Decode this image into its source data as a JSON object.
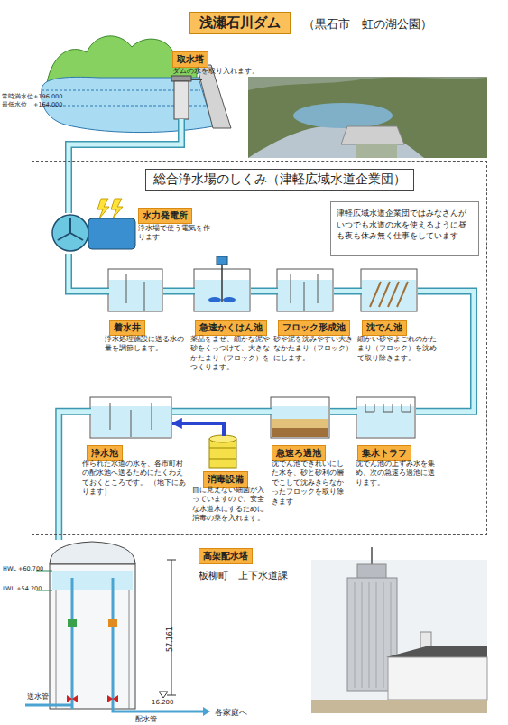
{
  "diagram": {
    "title": "浅瀬石川ダム",
    "nodes": [
      {
        "text": [
          "取水塔",
          "ダムの水を取り入れます。"
        ]
      },
      {
        "text": [
          "総合浄水場のしくみ（津軽広域水道企業団）"
        ]
      },
      {
        "text": [
          "津軽広域水道企業団ではみなさんがいつでも水道の水を使えるように昼も夜も休み無く仕事をしています"
        ],
        "in": 1
      },
      {
        "text": [
          "水力発電所",
          "浄水場で使う電気を作ります"
        ],
        "in": 1
      },
      {
        "text": [
          "着水井",
          "浄水処理施設に送る水の量を調節します。"
        ],
        "in": 1
      },
      {
        "text": [
          "急速かくはん池",
          "薬品をまぜ、細かな泥や砂をくっつけて、大きなかたまり（フロック）をつくります。"
        ],
        "in": 1
      },
      {
        "text": [
          "フロック形成池",
          "砂や泥を沈みやすい大きなかたまり（フロック）にします。"
        ],
        "in": 1
      },
      {
        "text": [
          "沈でん池",
          "細かい砂やよごれのかたまり（フロック）を沈めて取り除きます。"
        ],
        "in": 1
      },
      {
        "text": [
          "浄水池",
          "作られた水道の水を、各市町村の配水池へ送るためにたくわえておくところです。 （地下にあります）"
        ],
        "in": 1
      },
      {
        "text": [
          "消毒設備",
          "目に見えない細菌が入っていますので、安全な水道水にするために消毒の薬を入れます。"
        ],
        "in": 1
      },
      {
        "text": [
          "急速ろ過池",
          "沈でん池できれいにした水を、砂と砂利の層でこして沈みきらなかったフロックを取り除きます"
        ],
        "in": 1
      },
      {
        "text": [
          "集水トラフ",
          "沈でん池の上ずみ水を集め、次の急速ろ過池に送ります。"
        ],
        "in": 1
      },
      {
        "text": [
          "高架配水塔",
          "板柳町　上下水道課"
        ]
      }
    ],
    "edges": [
      {
        "from": 0,
        "to": 3,
        "arrow": "none"
      },
      {
        "from": 3,
        "to": 4,
        "arrow": "none"
      },
      {
        "from": 4,
        "to": 5,
        "arrow": "none"
      },
      {
        "from": 5,
        "to": 6,
        "arrow": "none"
      },
      {
        "from": 6,
        "to": 7,
        "arrow": "none"
      },
      {
        "from": 7,
        "to": 11,
        "arrow": "none"
      },
      {
        "from": 11,
        "to": 10,
        "arrow": "none"
      },
      {
        "from": 10,
        "to": 8,
        "arrow": "none"
      },
      {
        "from": 9,
        "to": 8,
        "arrow": "to"
      },
      {
        "from": 8,
        "to": 12,
        "arrow": "none"
      }
    ],
    "labels": [
      "（黒石市　虹の湖公園）",
      "常時満水位+196.000",
      "最低水位　+164.000",
      "HWL +60.700",
      "LWL +54.200",
      "57.161",
      "16.200",
      "送水管",
      "配水管",
      "各家庭へ"
    ]
  }
}
